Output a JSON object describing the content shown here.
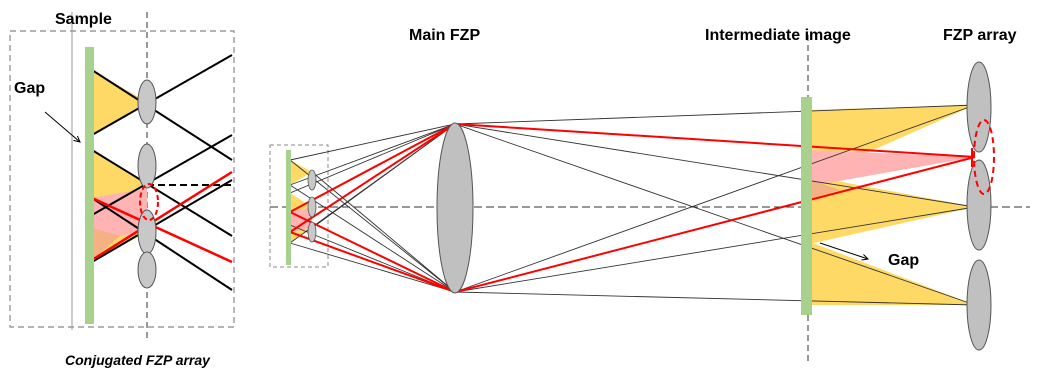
{
  "labels": {
    "sample": "Sample",
    "gap_left": "Gap",
    "conjugated": "Conjugated FZP array",
    "main_fzp": "Main FZP",
    "intermediate": "Intermediate image",
    "fzp_array": "FZP array",
    "gap_right": "Gap"
  },
  "colors": {
    "sample_green": "#a9d18e",
    "cone_yellow": "#ffd966",
    "cone_orange": "#f4b183",
    "overlap_pink": "#ffb3b3",
    "ray_red": "#ff0000",
    "lens_gray": "#c0c0c0"
  }
}
